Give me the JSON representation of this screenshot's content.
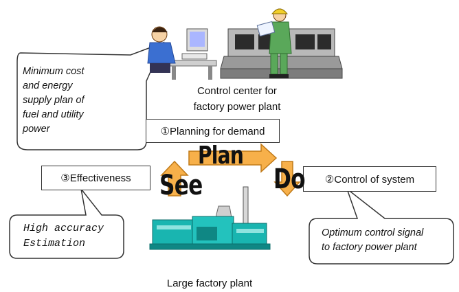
{
  "callouts": {
    "cost_plan": [
      "Minimum cost",
      "and energy",
      "supply plan of",
      "fuel and utility",
      "power"
    ],
    "accuracy": [
      "High accuracy",
      "Estimation"
    ],
    "optimum": [
      "Optimum control signal",
      "to factory power plant"
    ]
  },
  "captions": {
    "control_center": [
      "Control center for",
      "factory power plant"
    ],
    "factory": "Large factory plant"
  },
  "steps": {
    "planning": "①Planning for demand",
    "control": "②Control of system",
    "effectiveness": "③Effectiveness"
  },
  "cycle": {
    "plan": "Plan",
    "do": "Do",
    "see": "See"
  },
  "colors": {
    "arrow_fill": "#f7b04a",
    "arrow_stroke": "#c07a18",
    "plant_teal": "#19b5b0",
    "console_gray": "#9a9a9a",
    "worker_green": "#5aa85a"
  }
}
